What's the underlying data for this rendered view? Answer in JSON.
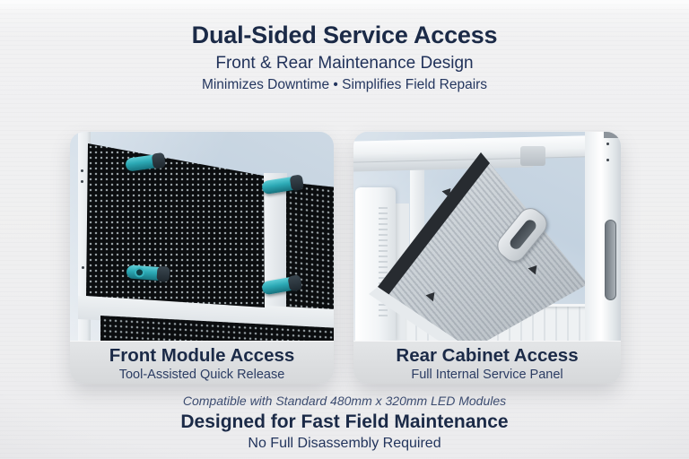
{
  "header": {
    "title": "Dual-Sided Service Access",
    "subtitle": "Front & Rear Maintenance Design",
    "tagline": "Minimizes Downtime • Simplifies Field Repairs"
  },
  "cards": [
    {
      "title": "Front Module Access",
      "subtitle": "Tool-Assisted Quick Release"
    },
    {
      "title": "Rear Cabinet Access",
      "subtitle": "Full Internal Service Panel"
    }
  ],
  "footer": {
    "compatibility_note": "Compatible with Standard 480mm x 320mm LED Modules",
    "headline": "Designed for Fast Field Maintenance",
    "subheadline": "No Full Disassembly Required"
  },
  "colors": {
    "heading_navy": "#1b2a47",
    "body_navy": "#2b3c63",
    "tool_teal": "#2ba8b4",
    "caption_bg": "#d9dbdd",
    "sky_blue": "#c3d2e0",
    "page_background": "#f0f0f1",
    "led_black": "#0b0d0f",
    "hatch_silver": "#c7cdd3"
  }
}
